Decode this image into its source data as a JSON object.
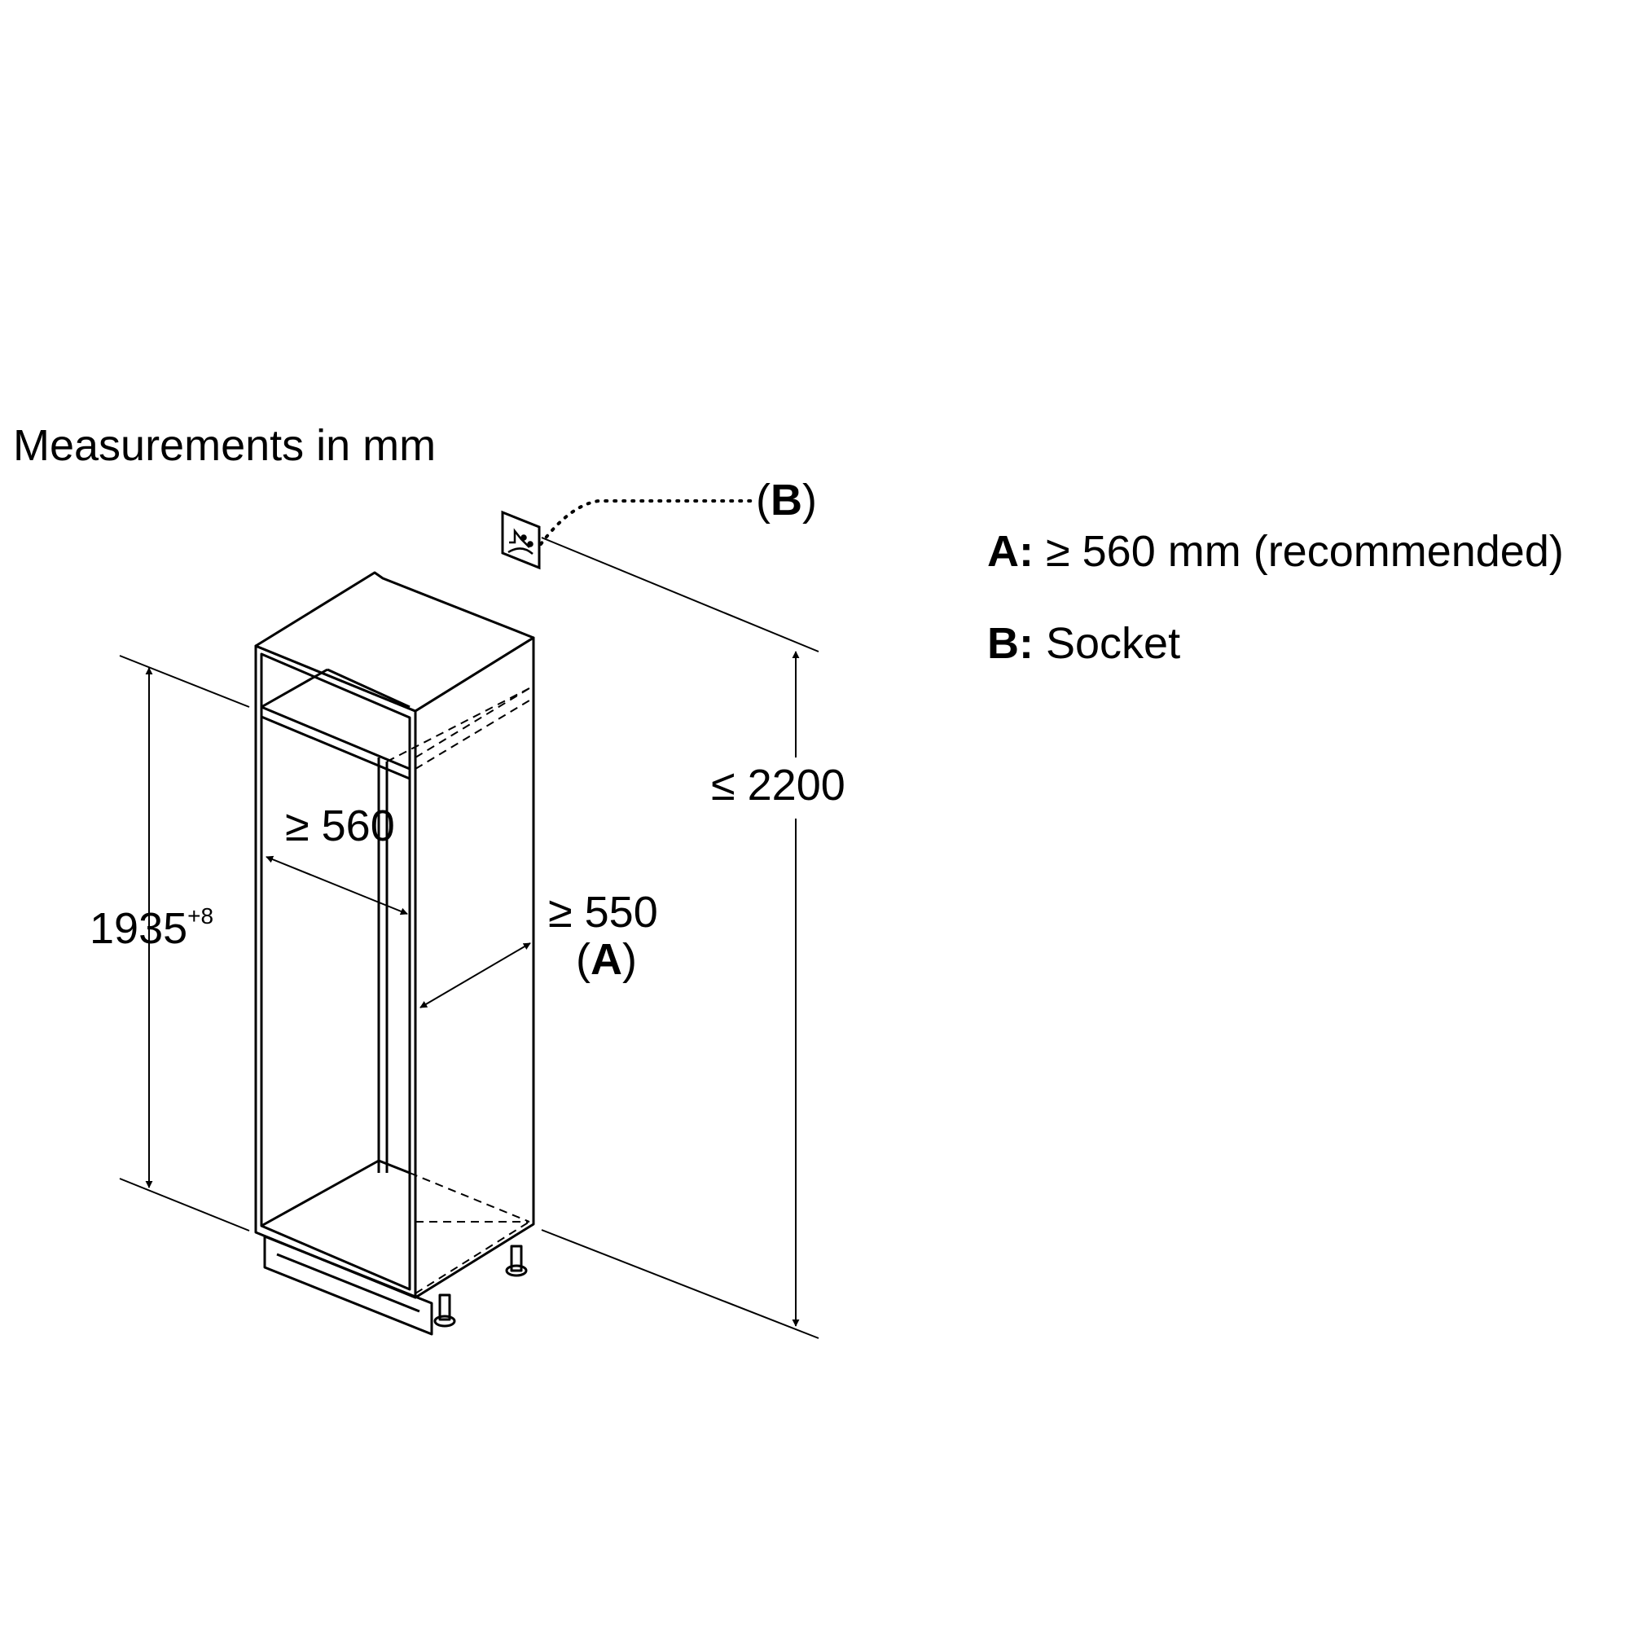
{
  "header": {
    "title": "Measurements in mm"
  },
  "labels": {
    "height_niche": {
      "value": "1935",
      "tolerance": "+8"
    },
    "width_inner": "≥ 560",
    "depth": "≥ 550",
    "depth_tag": "A",
    "total_height": "≤ 2200",
    "socket_tag": "B"
  },
  "legend": {
    "items": [
      {
        "key": "A:",
        "text": "≥ 560 mm (recommended)"
      },
      {
        "key": "B:",
        "text": "Socket"
      }
    ]
  },
  "icons": {
    "socket": "socket-icon"
  }
}
